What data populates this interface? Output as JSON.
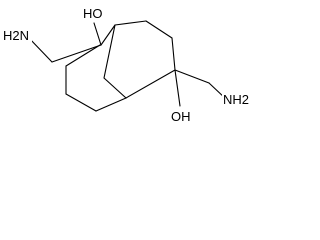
{
  "molecule": {
    "labels": {
      "nh2_left": "H2N",
      "oh_top": "HO",
      "oh_bottom": "OH",
      "nh2_right": "NH2"
    }
  }
}
